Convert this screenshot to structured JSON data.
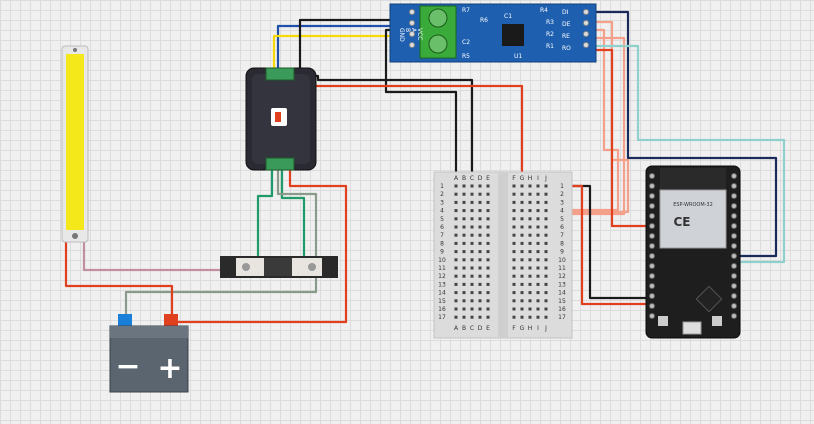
{
  "colors": {
    "background": "#f0f0f0",
    "grid": "#dcdcdc",
    "wire_blue": "#1f4fa8",
    "wire_yellow": "#f5d90a",
    "wire_black": "#1a1a1a",
    "wire_red": "#e0401e",
    "wire_salmon": "#f4a08a",
    "wire_navy": "#1a2a5a",
    "wire_teal": "#8fd0cc",
    "wire_green": "#1f9a6a",
    "wire_gray": "#8a9a8a",
    "wire_mauve": "#c090a0",
    "module_blue": "#1e5fb0",
    "terminal_green": "#3aaa3a",
    "led_yellow": "#f5e81a",
    "esp_black": "#1e1e1e",
    "battery_gray": "#5a6570",
    "battery_neg": "#1a7fd8",
    "battery_pos": "#e0401e"
  },
  "rs485_module": {
    "pin_labels_left": [
      "GND",
      "B",
      "A",
      "VCC"
    ],
    "pin_labels_right": [
      "DI",
      "DE",
      "RE",
      "RO"
    ],
    "component_labels": [
      "R7",
      "R6",
      "R4",
      "R3",
      "R2",
      "R1",
      "C1",
      "C2",
      "U1",
      "R5"
    ]
  },
  "breadboard": {
    "column_labels_left": [
      "A",
      "B",
      "C",
      "D",
      "E"
    ],
    "column_labels_right": [
      "F",
      "G",
      "H",
      "I",
      "J"
    ],
    "row_labels": [
      "1",
      "2",
      "3",
      "4",
      "5",
      "6",
      "7",
      "8",
      "9",
      "10",
      "11",
      "12",
      "13",
      "14",
      "15",
      "16",
      "17"
    ]
  },
  "esp32": {
    "shield_text": "ESP-WROOM-32",
    "marks": "CE"
  },
  "battery": {
    "neg_symbol": "−",
    "pos_symbol": "+"
  }
}
